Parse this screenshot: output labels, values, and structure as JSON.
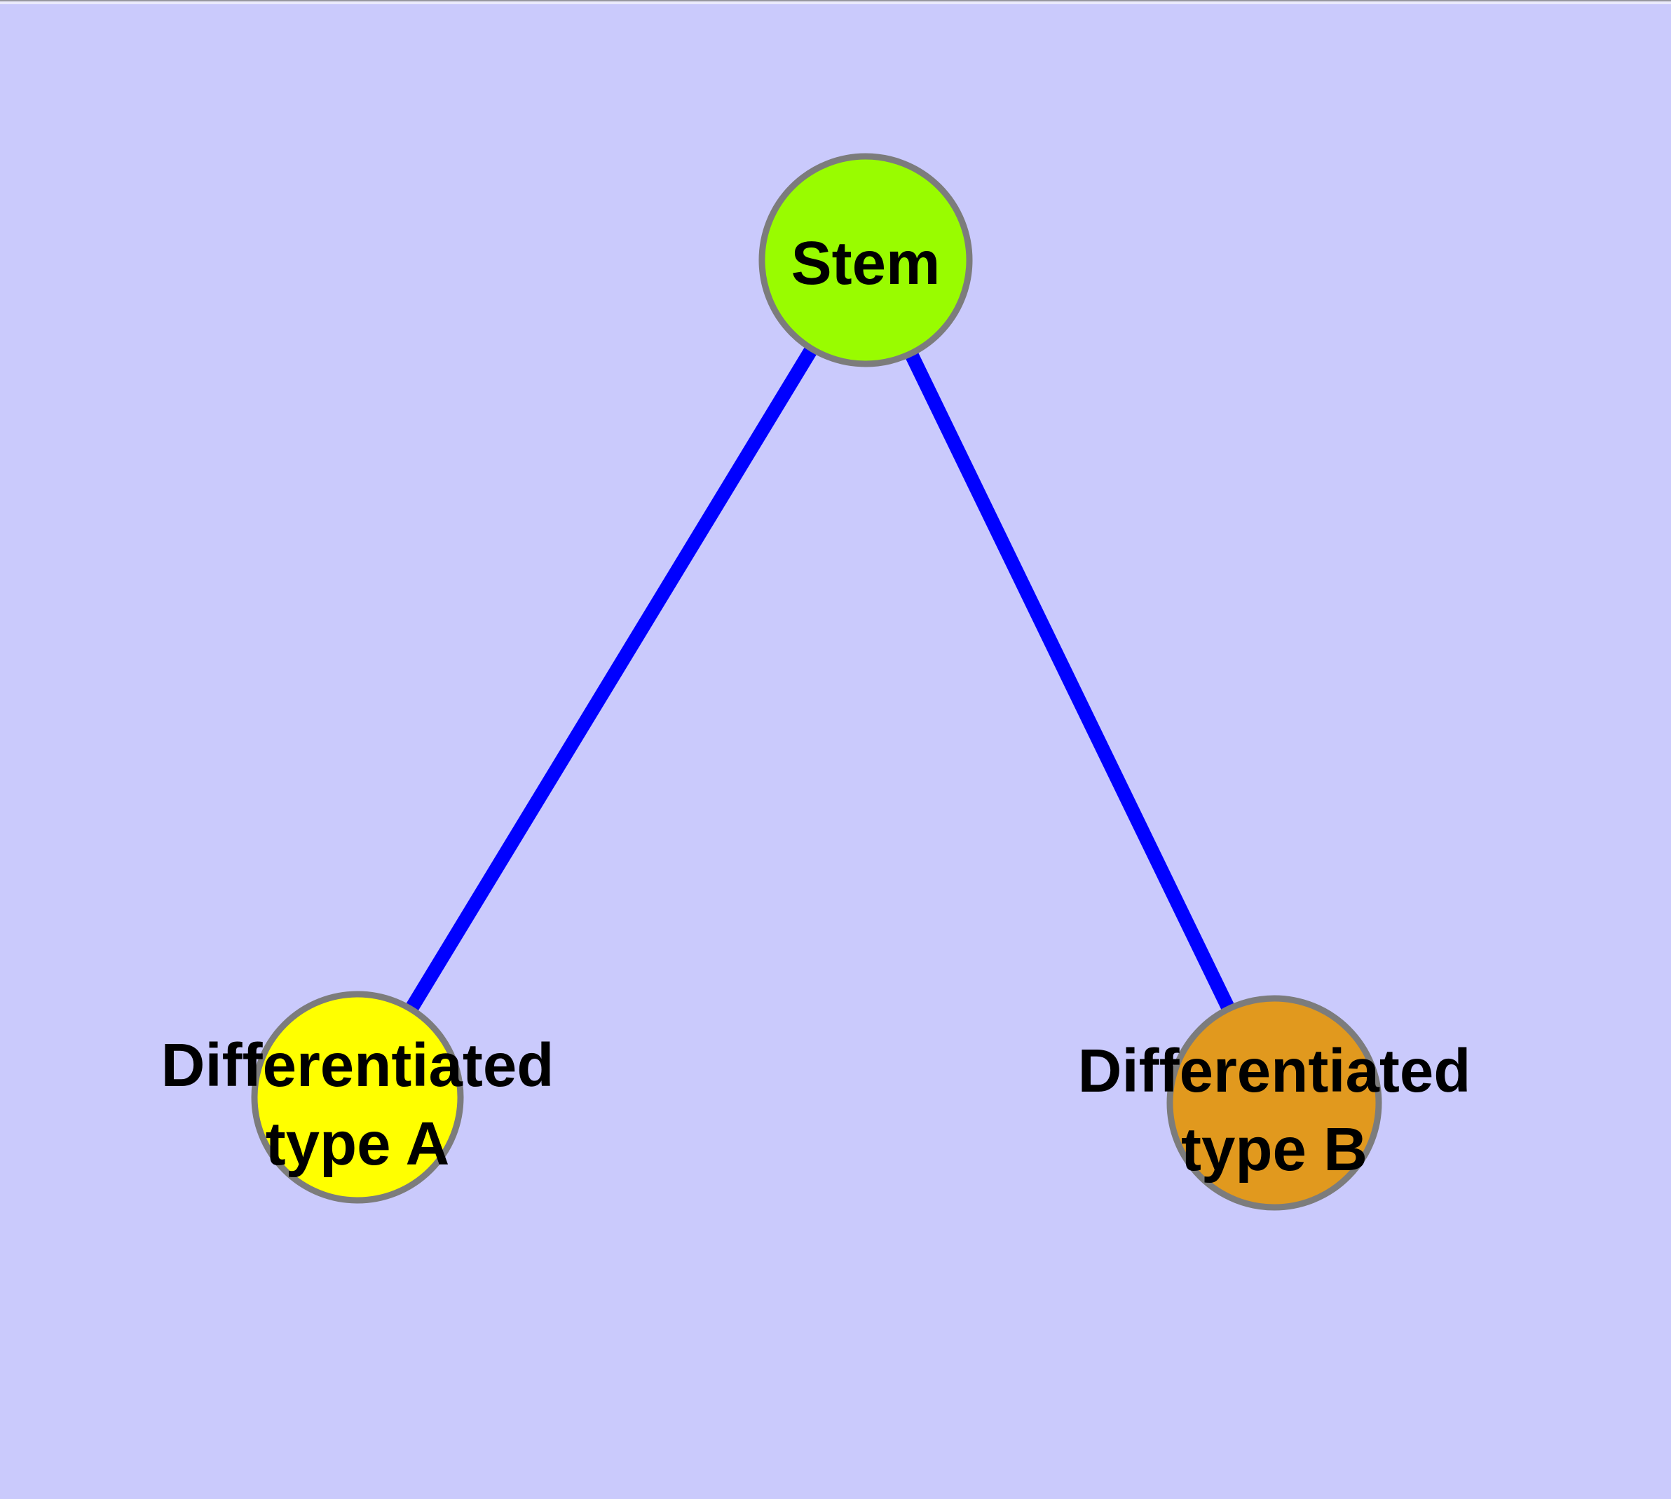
{
  "diagram": {
    "type": "graph",
    "background_color": "#CACAFC",
    "edge_color": "#0000FF",
    "node_border_color": "#7C7C7C",
    "label_color": "#000000",
    "nodes": [
      {
        "id": "stem",
        "label": "Stem",
        "label_lines": [
          "Stem"
        ],
        "fill": "#99FC00"
      },
      {
        "id": "differentiated-type-a",
        "label": "Differentiated type A",
        "label_lines": [
          "Differentiated",
          "type A"
        ],
        "fill": "#FFFF00"
      },
      {
        "id": "differentiated-type-b",
        "label": "Differentiated type B",
        "label_lines": [
          "Differentiated",
          "type B"
        ],
        "fill": "#E1991E"
      }
    ],
    "edges": [
      {
        "from": "Stem",
        "to": "Differentiated type A"
      },
      {
        "from": "Stem",
        "to": "Differentiated type B"
      }
    ]
  }
}
